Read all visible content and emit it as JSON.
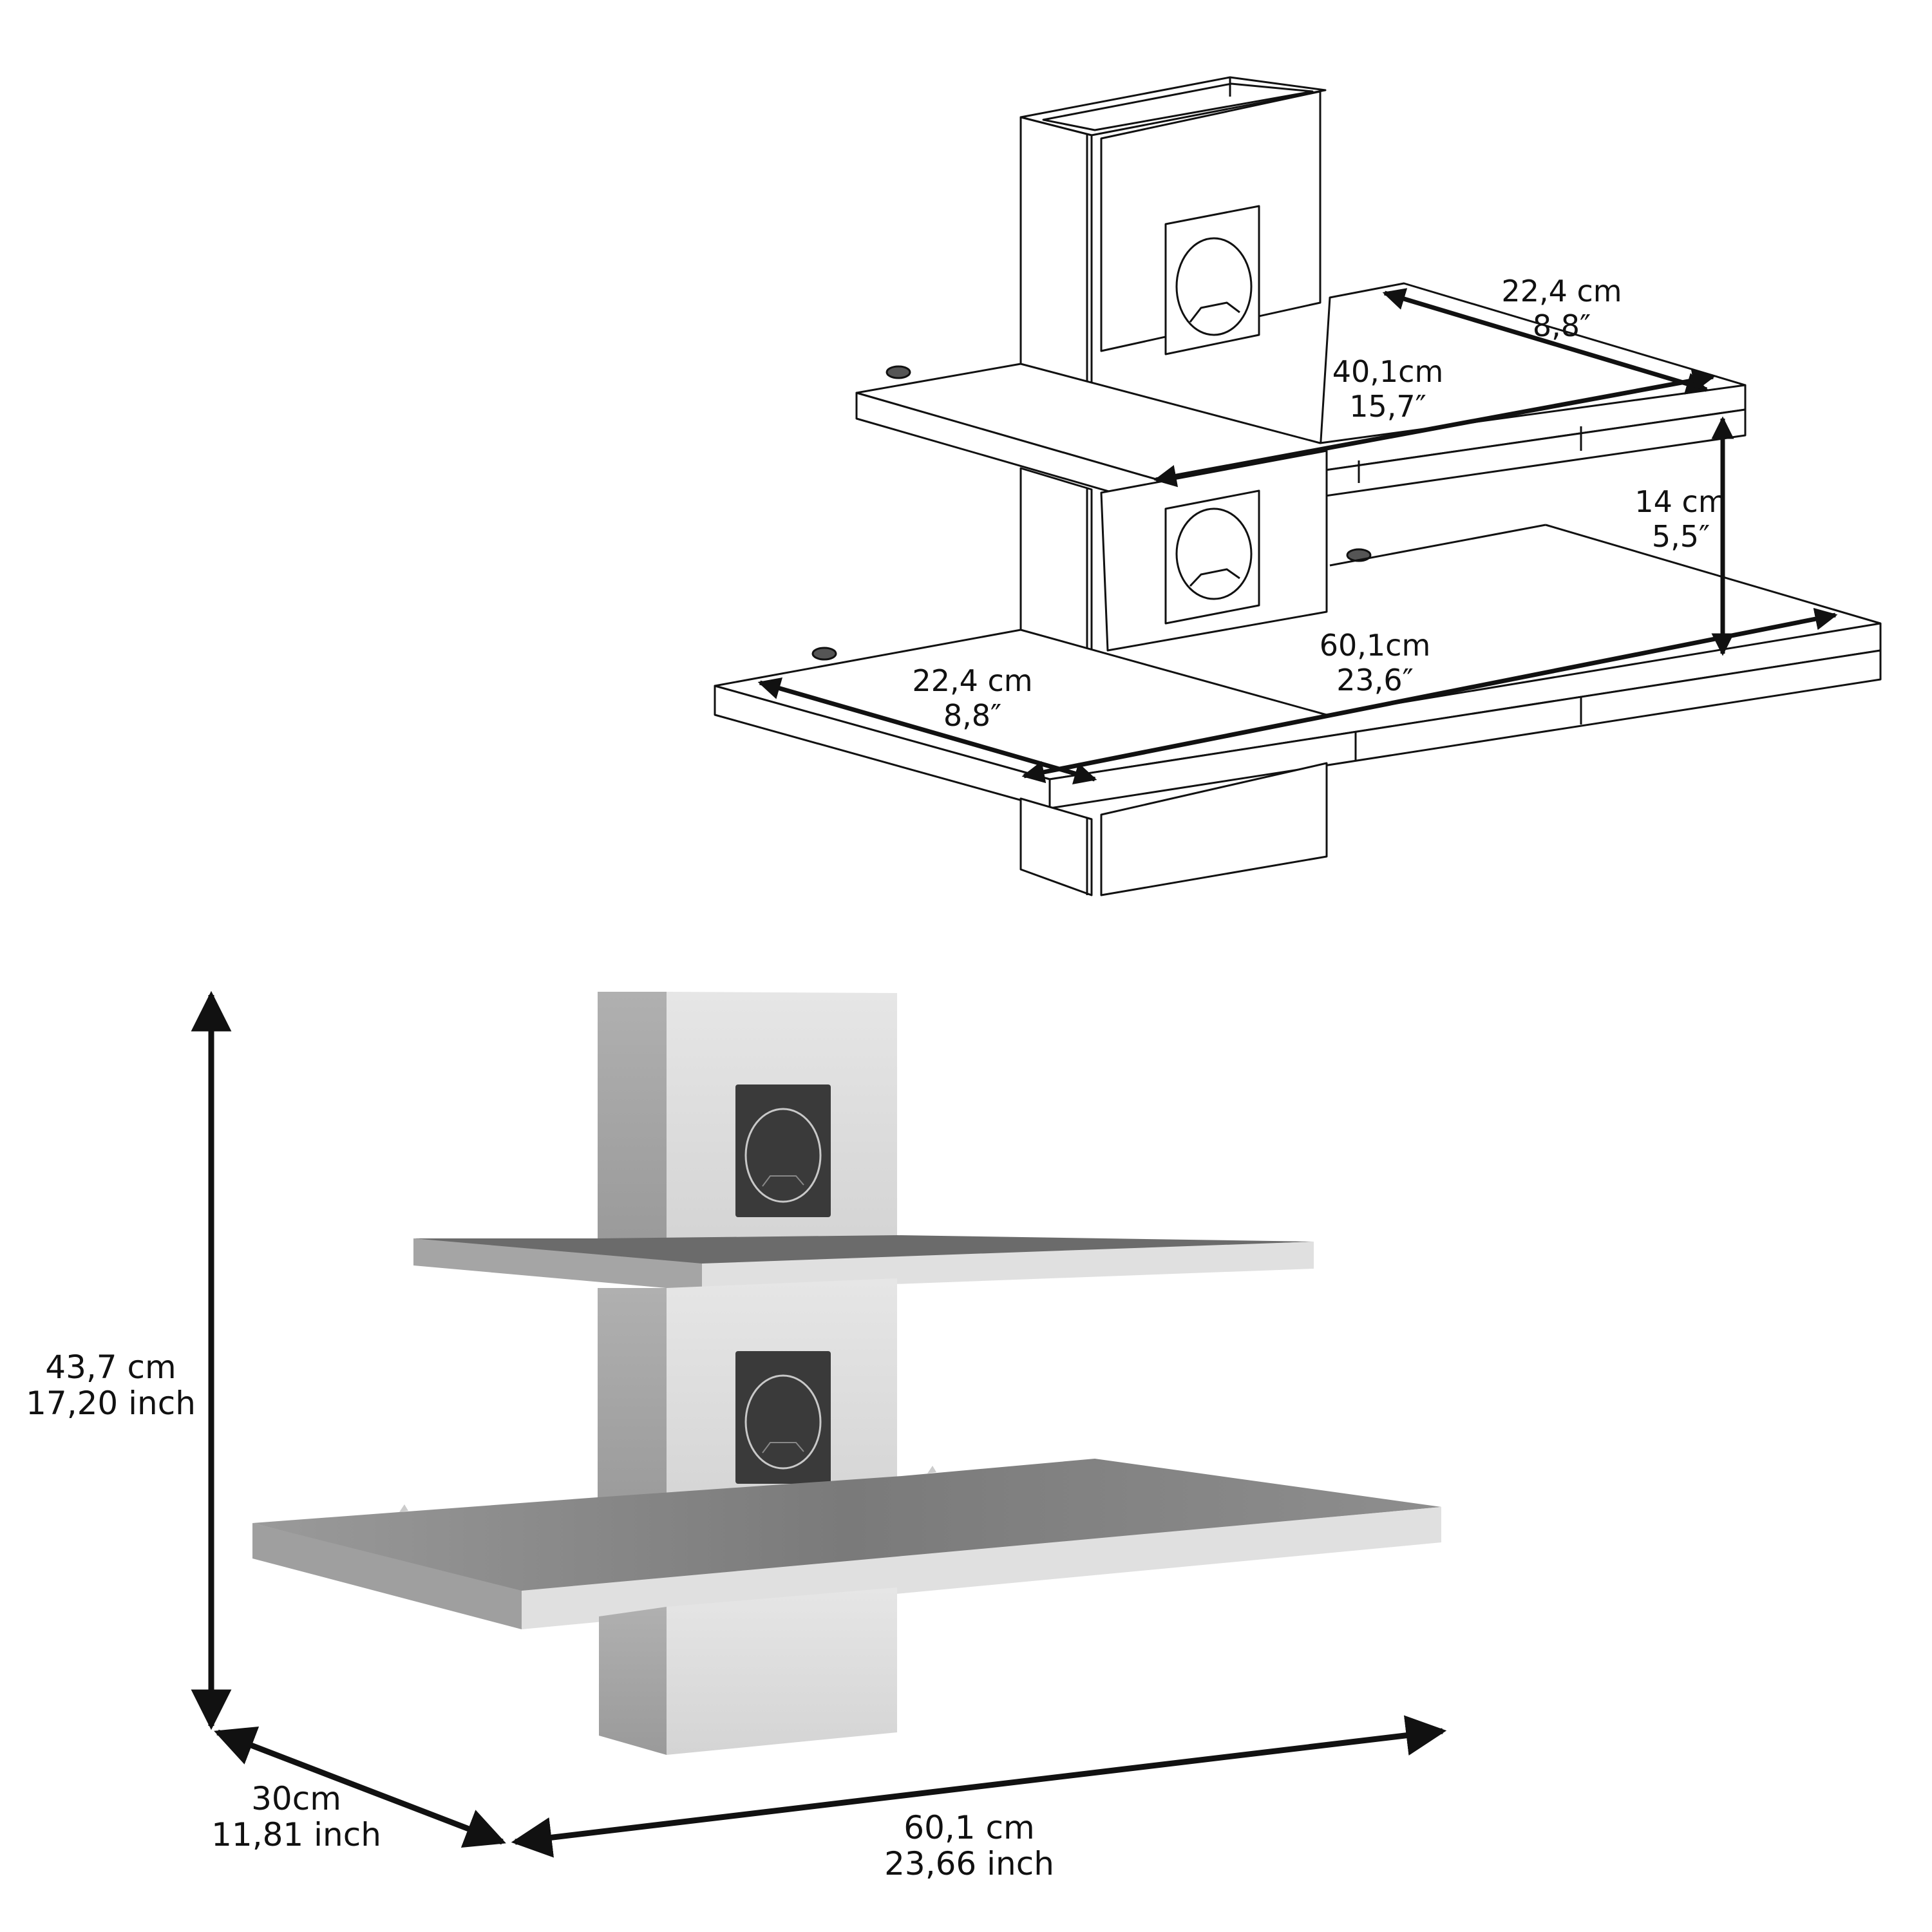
{
  "diagram": {
    "type": "product-dimension-sheet",
    "subject": "Two-tier floating wall shelf with cable-management column",
    "colors": {
      "line": "#111111",
      "background": "#ffffff",
      "panel_light": "#e2e2e2",
      "panel_side": "#a9a9a9",
      "shelf_top": "#6e6e6e",
      "shelf_edge": "#dedede",
      "grommet": "#3a3a3a",
      "grommet_ring": "#cfcfcf"
    },
    "line_drawing": {
      "labels": {
        "top_shelf_depth": {
          "cm": "22,4 cm",
          "inch": "8,8″"
        },
        "top_shelf_width": {
          "cm": "40,1cm",
          "inch": "15,7″"
        },
        "shelf_spacing": {
          "cm": "14 cm",
          "inch": "5,5″"
        },
        "bottom_shelf_width": {
          "cm": "60,1cm",
          "inch": "23,6″"
        },
        "bottom_shelf_depth": {
          "cm": "22,4 cm",
          "inch": "8,8″"
        }
      }
    },
    "render": {
      "labels": {
        "height": {
          "cm": "43,7 cm",
          "inch": "17,20 inch"
        },
        "depth": {
          "cm": "30cm",
          "inch": "11,81 inch"
        },
        "width": {
          "cm": "60,1 cm",
          "inch": "23,66 inch"
        }
      }
    }
  }
}
